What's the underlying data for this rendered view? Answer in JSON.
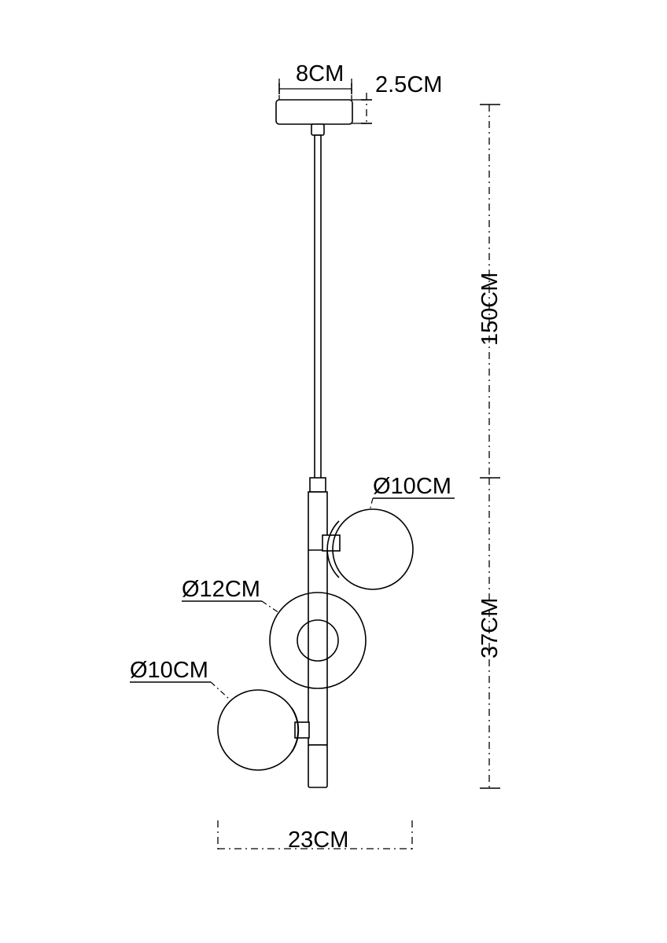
{
  "drawing": {
    "title": "Pendant lamp dimensioned technical drawing",
    "units": "CM",
    "line_color": "#000000",
    "background_color": "#ffffff"
  },
  "dimensions": {
    "canopy_width": {
      "label": "8CM",
      "kind": "horizontal",
      "value": 8,
      "unit": "CM",
      "describes": "ceiling-canopy-width"
    },
    "canopy_height": {
      "label": "2.5CM",
      "kind": "vertical",
      "value": 2.5,
      "unit": "CM",
      "describes": "ceiling-canopy-height"
    },
    "total_drop": {
      "label": "150CM",
      "kind": "vertical",
      "value": 150,
      "unit": "CM",
      "describes": "overall-suspension-drop"
    },
    "body_height": {
      "label": "37CM",
      "kind": "vertical",
      "value": 37,
      "unit": "CM",
      "describes": "lamp-body-height"
    },
    "overall_width": {
      "label": "23CM",
      "kind": "horizontal",
      "value": 23,
      "unit": "CM",
      "describes": "overall-fixture-width"
    },
    "upper_globe": {
      "label": "Ø10CM",
      "kind": "diameter",
      "value": 10,
      "unit": "CM",
      "describes": "upper-glass-globe-diameter"
    },
    "ring": {
      "label": "Ø12CM",
      "kind": "diameter",
      "value": 12,
      "unit": "CM",
      "describes": "center-ring-diameter"
    },
    "lower_globe": {
      "label": "Ø10CM",
      "kind": "diameter",
      "value": 10,
      "unit": "CM",
      "describes": "lower-glass-globe-diameter"
    }
  },
  "parts": {
    "canopy": "ceiling-canopy-plate",
    "stem": "suspension-rod",
    "body": "vertical-body-tube",
    "upper_globe": "upper-glass-globe",
    "ring": "center-ring-shade",
    "lower_globe": "lower-glass-globe",
    "end_cap": "bottom-end-cap"
  }
}
